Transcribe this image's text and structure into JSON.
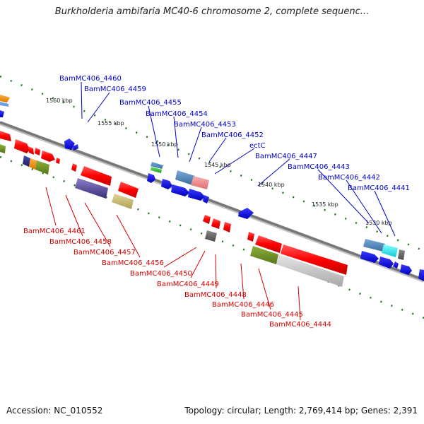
{
  "title": "Burkholderia ambifaria MC40-6 chromosome 2, complete sequenc...",
  "footer": {
    "accession": "Accession: NC_010552",
    "summary": "Topology: circular; Length: 2,769,414 bp; Genes: 2,391"
  },
  "colors": {
    "forward_label": "#0000c8",
    "reverse_label": "#d40000",
    "backbone": "#808080",
    "tick_dots": "#1a7a1a"
  },
  "scale_ticks": [
    "1560 kbp",
    "1555 kbp",
    "1550 kbp",
    "1545 kbp",
    "1540 kbp",
    "1535 kbp",
    "1530 kbp"
  ],
  "forward_genes": [
    "BamMC406_4460",
    "BamMC406_4459",
    "BamMC406_4455",
    "BamMC406_4454",
    "BamMC406_4453",
    "BamMC406_4452",
    "ectC",
    "BamMC406_4447",
    "BamMC406_4443",
    "BamMC406_4442",
    "BamMC406_4441"
  ],
  "reverse_genes": [
    "BamMC406_4461",
    "BamMC406_4458",
    "BamMC406_4457",
    "BamMC406_4456",
    "BamMC406_4450",
    "BamMC406_4449",
    "BamMC406_4448",
    "BamMC406_4446",
    "BamMC406_4445",
    "BamMC406_4444"
  ]
}
